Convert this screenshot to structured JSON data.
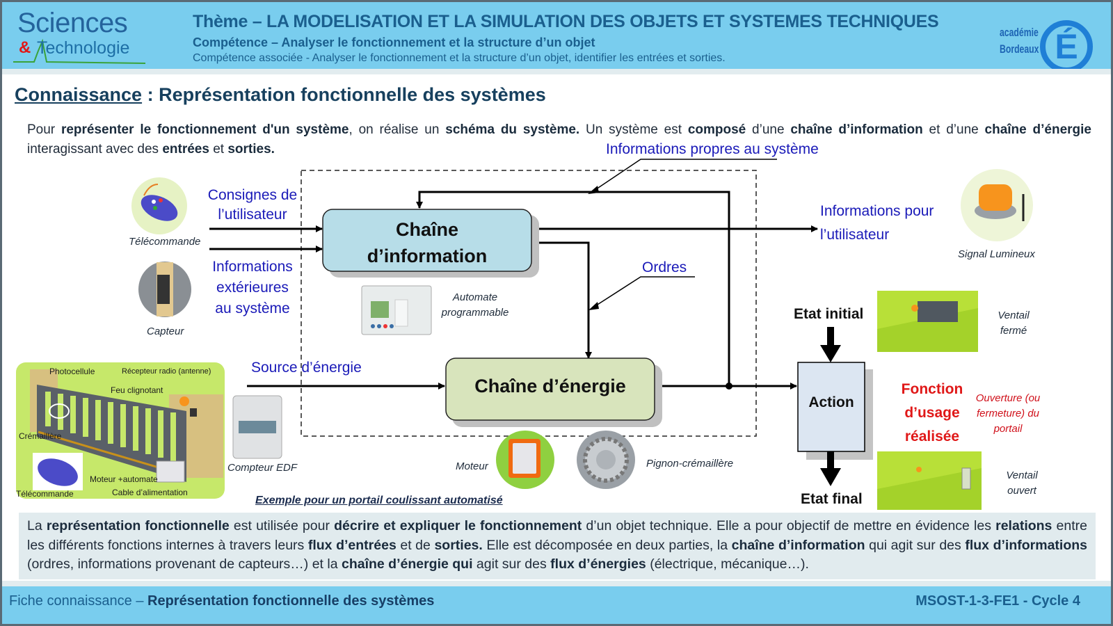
{
  "header": {
    "logo_line1": "Sciences",
    "logo_amp": "&",
    "logo_line2": "Technologie",
    "theme": "Thème – LA MODELISATION ET LA SIMULATION DES OBJETS ET SYSTEMES TECHNIQUES",
    "competence": "Compétence – Analyser le fonctionnement et la structure d’un objet",
    "competence_associee": "Compétence associée - Analyser le fonctionnement et la structure d’un objet, identifier les entrées et sorties.",
    "academie_line1": "académie",
    "academie_line2": "Bordeaux",
    "academie_mark": "É"
  },
  "section": {
    "title_underlined": "Connaissance",
    "title_rest": " : Représentation fonctionnelle des systèmes"
  },
  "intro": [
    {
      "t": "Pour ",
      "b": false
    },
    {
      "t": "représenter le fonctionnement d'un système",
      "b": true
    },
    {
      "t": ", on réalise un ",
      "b": false
    },
    {
      "t": "schéma du système.",
      "b": true
    },
    {
      "t": " Un système est ",
      "b": false
    },
    {
      "t": "composé",
      "b": true
    },
    {
      "t": " d’une ",
      "b": false
    },
    {
      "t": "chaîne d’information",
      "b": true
    },
    {
      "t": " et d’une ",
      "b": false
    },
    {
      "t": "chaîne d’énergie",
      "b": true
    },
    {
      "t": " interagissant avec des ",
      "b": false
    },
    {
      "t": "entrées",
      "b": true
    },
    {
      "t": " et ",
      "b": false
    },
    {
      "t": "sorties.",
      "b": true
    }
  ],
  "diagram": {
    "info_propres": "Informations propres au système",
    "consignes_line1": "Consignes de",
    "consignes_line2": "l’utilisateur",
    "infos_ext_line1": "Informations",
    "infos_ext_line2": "extérieures",
    "infos_ext_line3": "au système",
    "chaine_info_line1": "Chaîne",
    "chaine_info_line2": "d’information",
    "chaine_energie": "Chaîne d’énergie",
    "ordres": "Ordres",
    "source_energie": "Source d’énergie",
    "infos_user_line1": "Informations pour",
    "infos_user_line2": "l’utilisateur",
    "action": "Action",
    "etat_initial": "Etat initial",
    "etat_final": "Etat final",
    "fonction_line1": "Fonction",
    "fonction_line2": "d’usage",
    "fonction_line3": "réalisée",
    "captions": {
      "telecommande": "Télécommande",
      "capteur": "Capteur",
      "automate_line1": "Automate",
      "automate_line2": "programmable",
      "signal": "Signal Lumineux",
      "ventail_ferme_line1": "Ventail",
      "ventail_ferme_line2": "fermé",
      "ventail_ouvert_line1": "Ventail",
      "ventail_ouvert_line2": "ouvert",
      "ouverture_line1": "Ouverture (ou",
      "ouverture_line2": "fermeture) du",
      "ouverture_line3": "portail",
      "compteur": "Compteur EDF",
      "moteur": "Moteur",
      "pignon": "Pignon-crémaillère"
    },
    "gate_labels": {
      "photocellule": "Photocellule",
      "recepteur": "Récepteur radio (antenne)",
      "feu": "Feu clignotant",
      "cremaillere": "Crémaillère",
      "moteur_automate": "Moteur +automate",
      "telecommande": "Télécommande",
      "cable": "Cable d’alimentation"
    },
    "example_caption": "Exemple pour un portail coulissant automatisé"
  },
  "summary": [
    {
      "t": "La ",
      "b": false
    },
    {
      "t": "représentation fonctionnelle",
      "b": true
    },
    {
      "t": " est utilisée pour ",
      "b": false
    },
    {
      "t": "décrire et expliquer le fonctionnement",
      "b": true
    },
    {
      "t": " d’un objet technique. Elle a pour objectif de mettre en évidence les ",
      "b": false
    },
    {
      "t": "relations",
      "b": true
    },
    {
      "t": " entre les différents fonctions internes à travers leurs ",
      "b": false
    },
    {
      "t": "flux d’entrées",
      "b": true
    },
    {
      "t": " et de ",
      "b": false
    },
    {
      "t": "sorties.",
      "b": true
    },
    {
      "t": " Elle est décomposée en deux parties, la ",
      "b": false
    },
    {
      "t": "chaîne d’information",
      "b": true
    },
    {
      "t": " qui agit sur des ",
      "b": false
    },
    {
      "t": "flux d’informations",
      "b": true
    },
    {
      "t": " (ordres, informations provenant de capteurs…) et la ",
      "b": false
    },
    {
      "t": "chaîne d’énergie qui",
      "b": true
    },
    {
      "t": " agit sur des ",
      "b": false
    },
    {
      "t": "flux d’énergies",
      "b": true
    },
    {
      "t": " (électrique, mécanique…).",
      "b": false
    }
  ],
  "footer": {
    "left_prefix": "Fiche connaissance – ",
    "left_bold": "Représentation fonctionnelle des systèmes",
    "right": "MSOST-1-3-FE1 - Cycle 4"
  },
  "colors": {
    "header_bg": "#79cdee",
    "title_blue": "#1a5f8e",
    "label_blue": "#1a1ab8",
    "accent_red": "#e01818",
    "chaine_info_fill": "#b7dde8",
    "chaine_energie_fill": "#d8e4bc",
    "action_fill": "#dce6f2"
  }
}
